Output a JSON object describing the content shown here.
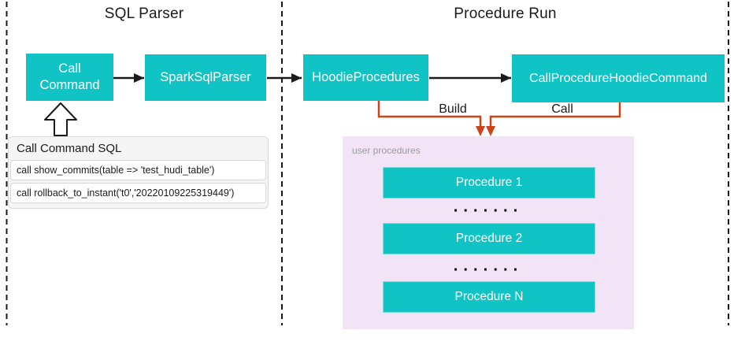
{
  "diagram": {
    "sections": [
      {
        "title": "SQL Parser"
      },
      {
        "title": "Procedure Run"
      }
    ],
    "nodes": {
      "call_command": "Call Command",
      "spark_sql_parser": "SparkSqlParser",
      "hoodie_procedures": "HoodieProcedures",
      "call_procedure_hoodie_command": "CallProcedureHoodieCommand"
    },
    "edges": {
      "build_label": "Build",
      "call_label": "Call"
    },
    "sql_card": {
      "title": "Call Command SQL",
      "rows": [
        "call show_commits(table => 'test_hudi_table')",
        "call rollback_to_instant('t0','20220109225319449')"
      ]
    },
    "user_procedures": {
      "label": "user procedures",
      "items": [
        "Procedure 1",
        "Procedure 2",
        "Procedure N"
      ],
      "dots": "·······"
    },
    "colors": {
      "node_teal": "#10c4c6",
      "connector_orange": "#cb4317",
      "panel_pink": "#f2e4f6",
      "muted_label_gray": "#9a9a9a",
      "line_black": "#1a1a1a"
    }
  }
}
